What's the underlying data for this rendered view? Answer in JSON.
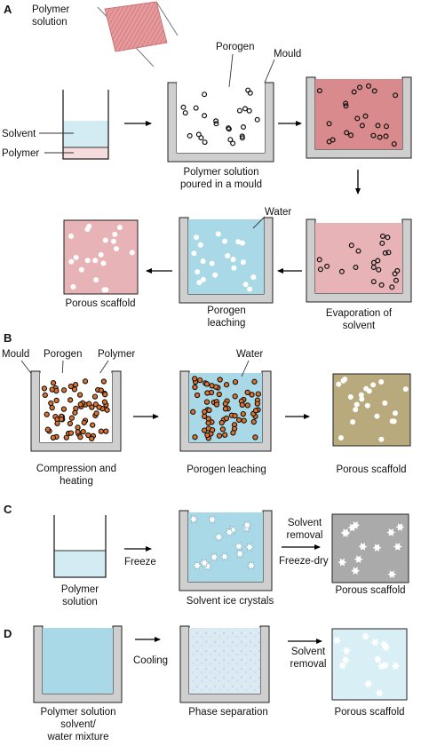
{
  "panels": {
    "a": {
      "letter": "A",
      "polymer_solution": [
        "Polymer",
        "solution"
      ],
      "porogen": "Porogen",
      "mould": "Mould",
      "solvent": "Solvent",
      "polymer": "Polymer",
      "step_poured": [
        "Polymer solution",
        "poured in a mould"
      ],
      "step_evaporation": [
        "Evaporation of",
        "solvent"
      ],
      "water": "Water",
      "step_leaching": [
        "Porogen",
        "leaching"
      ],
      "step_result": "Porous scaffold"
    },
    "b": {
      "letter": "B",
      "mould": "Mould",
      "porogen": "Porogen",
      "polymer": "Polymer",
      "water": "Water",
      "step_compression": [
        "Compression and",
        "heating"
      ],
      "step_leaching": "Porogen leaching",
      "step_result": "Porous scaffold"
    },
    "c": {
      "letter": "C",
      "step_polymer": [
        "Polymer",
        "solution"
      ],
      "freeze": "Freeze",
      "step_crystals": "Solvent ice crystals",
      "solvent_removal": [
        "Solvent",
        "removal"
      ],
      "freeze_dry": "Freeze-dry",
      "step_result": "Porous scaffold"
    },
    "d": {
      "letter": "D",
      "step_mixture": [
        "Polymer solution",
        "solvent/",
        "water mixture"
      ],
      "cooling": "Cooling",
      "step_separation": "Phase separation",
      "solvent_removal": [
        "Solvent",
        "removal"
      ],
      "step_result": "Porous scaffold"
    }
  },
  "colors": {
    "mould_grey": "#cfcfcf",
    "polymer_red": "#d98a8c",
    "polymer_pink": "#e8b3b6",
    "water_blue": "#a9d8e6",
    "solvent_blue": "#d3ebf2",
    "polymer_layer": "#f6dcdc",
    "porogen_orange": "#e0732c",
    "scaffold_olive": "#b8aa7c",
    "scaffold_grey": "#aaaaaa",
    "scaffold_light_blue": "#d9eff6"
  }
}
